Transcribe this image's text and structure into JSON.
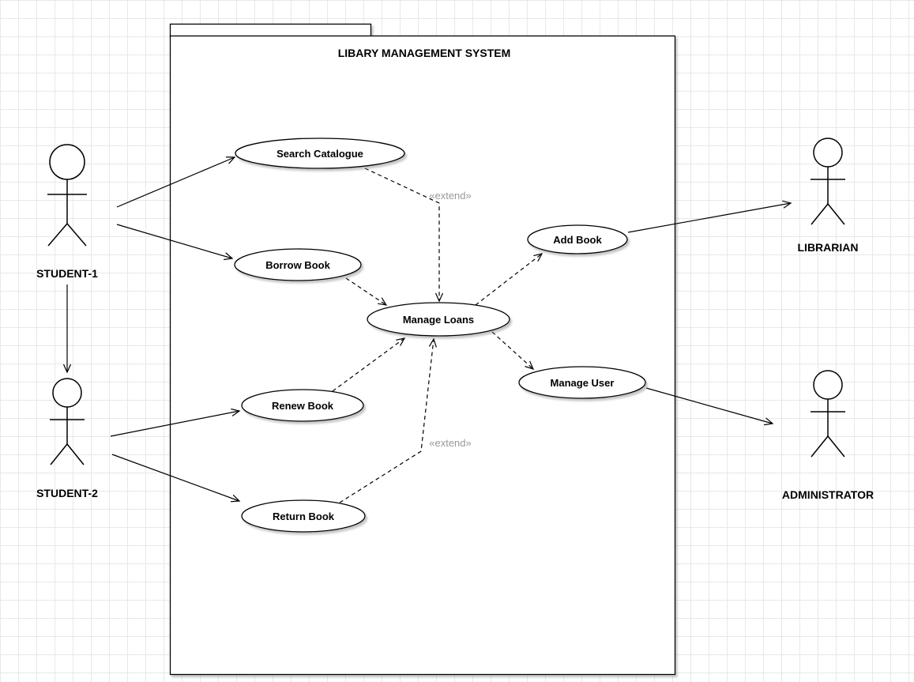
{
  "diagram": {
    "title": "LIBARY MANAGEMENT SYSTEM",
    "type": "uml-use-case-diagram",
    "colors": {
      "shape_fill": "#ffffff",
      "stroke": "#000000",
      "grid": "#e8e8e8",
      "shadow": "#999999",
      "edge_label": "#999999"
    },
    "actors": [
      {
        "id": "student-1",
        "label": "STUDENT-1"
      },
      {
        "id": "student-2",
        "label": "STUDENT-2"
      },
      {
        "id": "librarian",
        "label": "LIBRARIAN"
      },
      {
        "id": "administrator",
        "label": "ADMINISTRATOR"
      }
    ],
    "use_cases": [
      {
        "id": "search-catalogue",
        "label": "Search Catalogue"
      },
      {
        "id": "borrow-book",
        "label": "Borrow Book"
      },
      {
        "id": "manage-loans",
        "label": "Manage Loans"
      },
      {
        "id": "add-book",
        "label": "Add Book"
      },
      {
        "id": "manage-user",
        "label": "Manage User"
      },
      {
        "id": "renew-book",
        "label": "Renew Book"
      },
      {
        "id": "return-book",
        "label": "Return Book"
      }
    ],
    "extend_labels": [
      "«extend»",
      "«extend»"
    ],
    "relationships": [
      {
        "from": "STUDENT-1",
        "to": "Search Catalogue",
        "type": "association"
      },
      {
        "from": "STUDENT-1",
        "to": "Borrow Book",
        "type": "association"
      },
      {
        "from": "STUDENT-1",
        "to": "STUDENT-2",
        "type": "association"
      },
      {
        "from": "STUDENT-2",
        "to": "Renew Book",
        "type": "association"
      },
      {
        "from": "STUDENT-2",
        "to": "Return Book",
        "type": "association"
      },
      {
        "from": "Add Book",
        "to": "LIBRARIAN",
        "type": "association"
      },
      {
        "from": "Manage User",
        "to": "ADMINISTRATOR",
        "type": "association"
      },
      {
        "from": "Search Catalogue",
        "to": "Manage Loans",
        "type": "extend",
        "label": "«extend»"
      },
      {
        "from": "Borrow Book",
        "to": "Manage Loans",
        "type": "dashed-dependency"
      },
      {
        "from": "Renew Book",
        "to": "Manage Loans",
        "type": "dashed-dependency"
      },
      {
        "from": "Return Book",
        "to": "Manage Loans",
        "type": "extend",
        "label": "«extend»"
      },
      {
        "from": "Manage Loans",
        "to": "Add Book",
        "type": "dashed-dependency"
      },
      {
        "from": "Manage Loans",
        "to": "Manage User",
        "type": "dashed-dependency"
      }
    ]
  }
}
